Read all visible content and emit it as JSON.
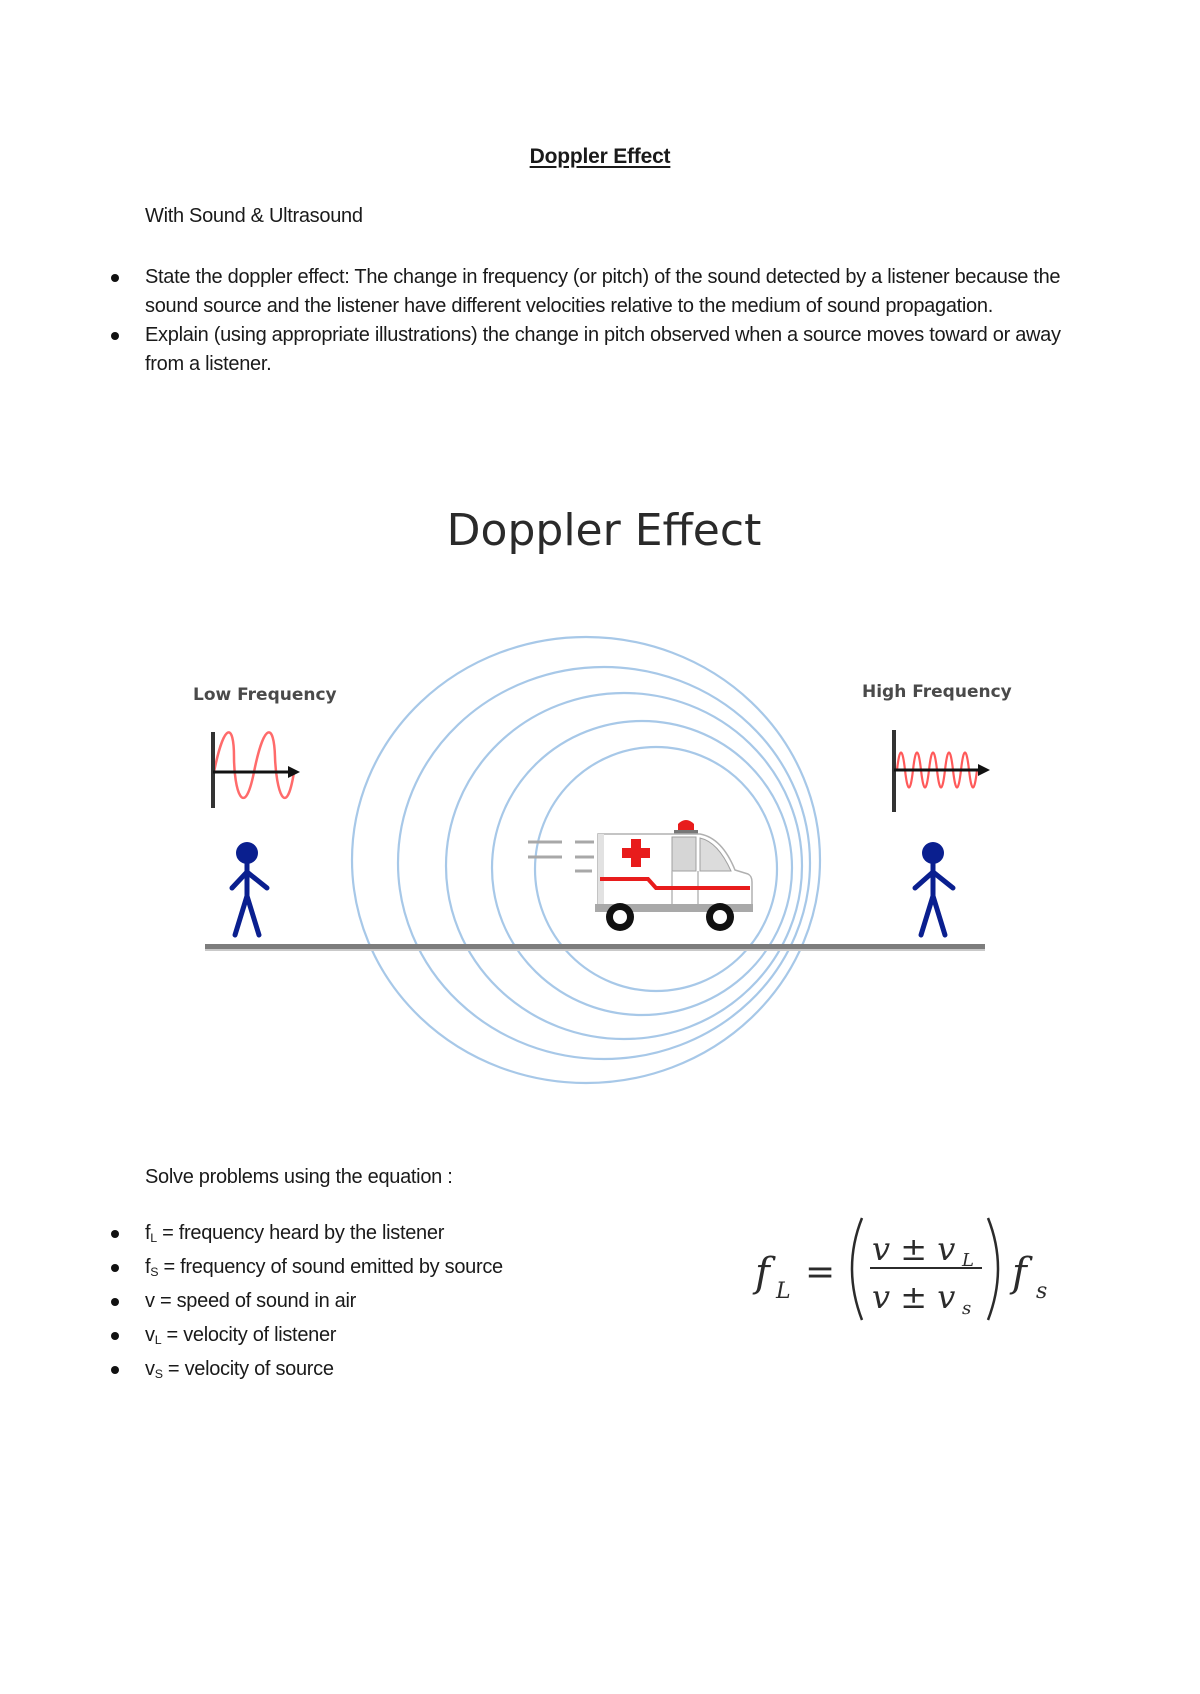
{
  "document": {
    "title": "Doppler Effect",
    "subtitle": "With Sound & Ultrasound",
    "objectives": [
      "State the doppler effect: The change in frequency (or pitch) of the sound detected by a listener because the sound source and the listener have different velocities relative to the medium of sound propagation.",
      "Explain (using appropriate illustrations) the change in pitch observed when a source moves toward or away from a listener."
    ],
    "solve_intro": "Solve problems using the equation :",
    "variables": [
      {
        "symbol": "f",
        "sub": "L",
        "desc": " = frequency heard by the listener"
      },
      {
        "symbol": "f",
        "sub": "S",
        "desc": " = frequency of sound emitted by source"
      },
      {
        "symbol": "v",
        "sub": "",
        "desc": " = speed of sound in air"
      },
      {
        "symbol": "v",
        "sub": "L",
        "desc": " = velocity of listener"
      },
      {
        "symbol": "v",
        "sub": "S",
        "desc": " = velocity of source"
      }
    ]
  },
  "figure": {
    "title": "Doppler Effect",
    "left_label": "Low Frequency",
    "right_label": "High Frequency",
    "colors": {
      "wave_rings": "#9dc3e6",
      "sine": "#ff5a5a",
      "person": "#0a1f8f",
      "ground": "#8a8a8a",
      "ambulance_red": "#e81c1c"
    }
  },
  "formula": {
    "lhs": "f",
    "lhs_sub": "L",
    "equals": "=",
    "numerator": "v ± v",
    "numerator_sub": "L",
    "denominator": "v ± v",
    "denominator_sub": "s",
    "rhs": "f",
    "rhs_sub": "s"
  }
}
